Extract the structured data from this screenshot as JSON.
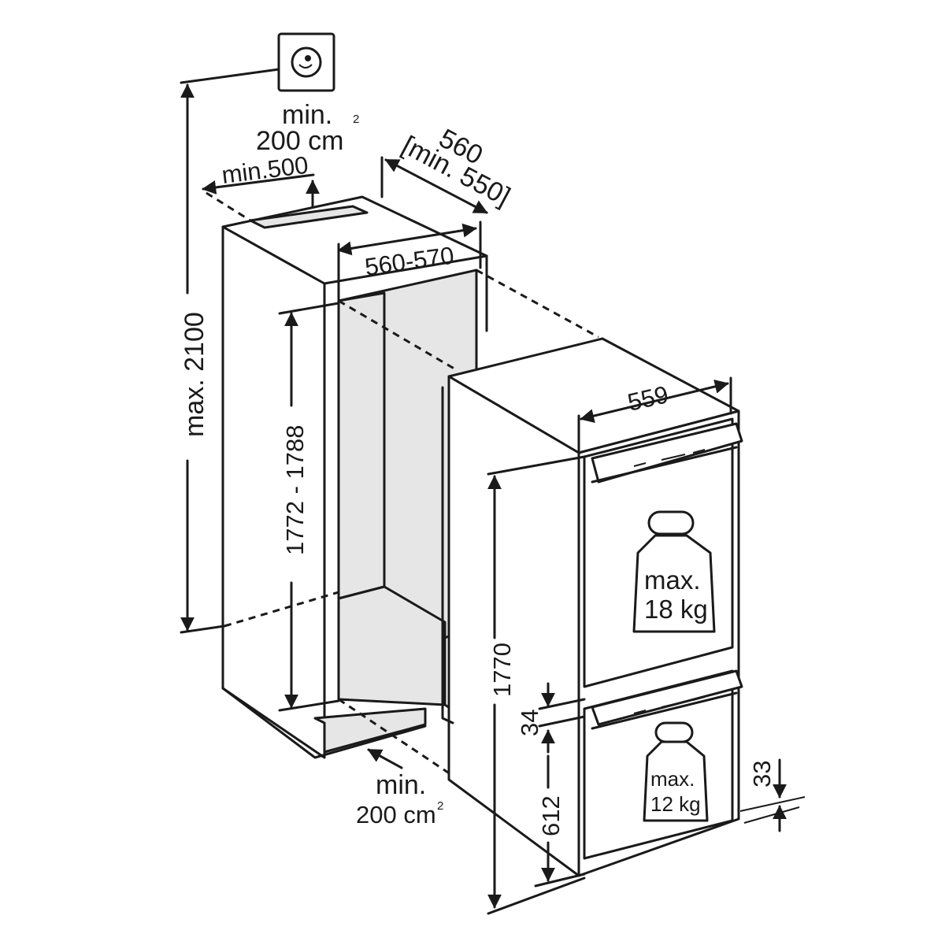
{
  "vent_top": {
    "line1": "min.",
    "line2": "200 cm",
    "sup": "2"
  },
  "vent_bottom": {
    "line1": "min.",
    "line2": "200 cm",
    "sup": "2"
  },
  "dims": {
    "max_height": "max. 2100",
    "clearance": "min.500",
    "niche_depth": "560",
    "niche_depth_min": "[min. 550]",
    "niche_width": "560-570",
    "niche_height": "1772 - 1788",
    "appliance_width": "559",
    "appliance_height": "1770",
    "gap": "34",
    "freezer_door": "612",
    "plinth": "33"
  },
  "weights": {
    "upper": {
      "line1": "max.",
      "line2": "18 kg"
    },
    "lower": {
      "line1": "max.",
      "line2": "12 kg"
    }
  },
  "colors": {
    "line": "#1a1a1a",
    "niche_inner": "#e6e6e6",
    "background": "#ffffff"
  }
}
